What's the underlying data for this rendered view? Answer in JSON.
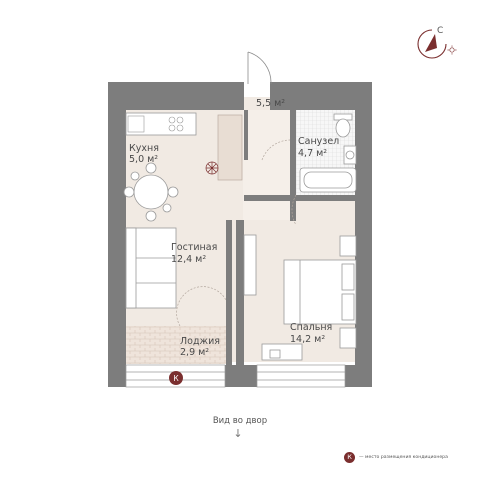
{
  "rooms": {
    "kitchen": {
      "name": "Кухня",
      "area": "5,0 м²"
    },
    "hall": {
      "name": "",
      "area": "5,5 м²"
    },
    "bathroom": {
      "name": "Санузел",
      "area": "4,7 м²"
    },
    "living": {
      "name": "Гостиная",
      "area": "12,4 м²"
    },
    "bedroom": {
      "name": "Спальня",
      "area": "14,2 м²"
    },
    "loggia": {
      "name": "Лоджия",
      "area": "2,9 м²"
    }
  },
  "compass": {
    "north_letter": "С"
  },
  "view_label": "Вид во двор",
  "view_arrow": "↓",
  "ac_badge": "К",
  "legend": {
    "badge": "К",
    "text": "— место размещения кондиционера"
  },
  "colors": {
    "wall": "#7d7d7d",
    "floor": "#f1eae3",
    "accent": "#7a2e2e",
    "tile": "#f4f4f4"
  },
  "icons": [
    "compass-icon",
    "sun-icon",
    "ac-unit-icon",
    "stove-icon",
    "sink-icon",
    "bathtub-icon",
    "toilet-icon",
    "sofa-icon",
    "bed-icon",
    "table-icon"
  ]
}
